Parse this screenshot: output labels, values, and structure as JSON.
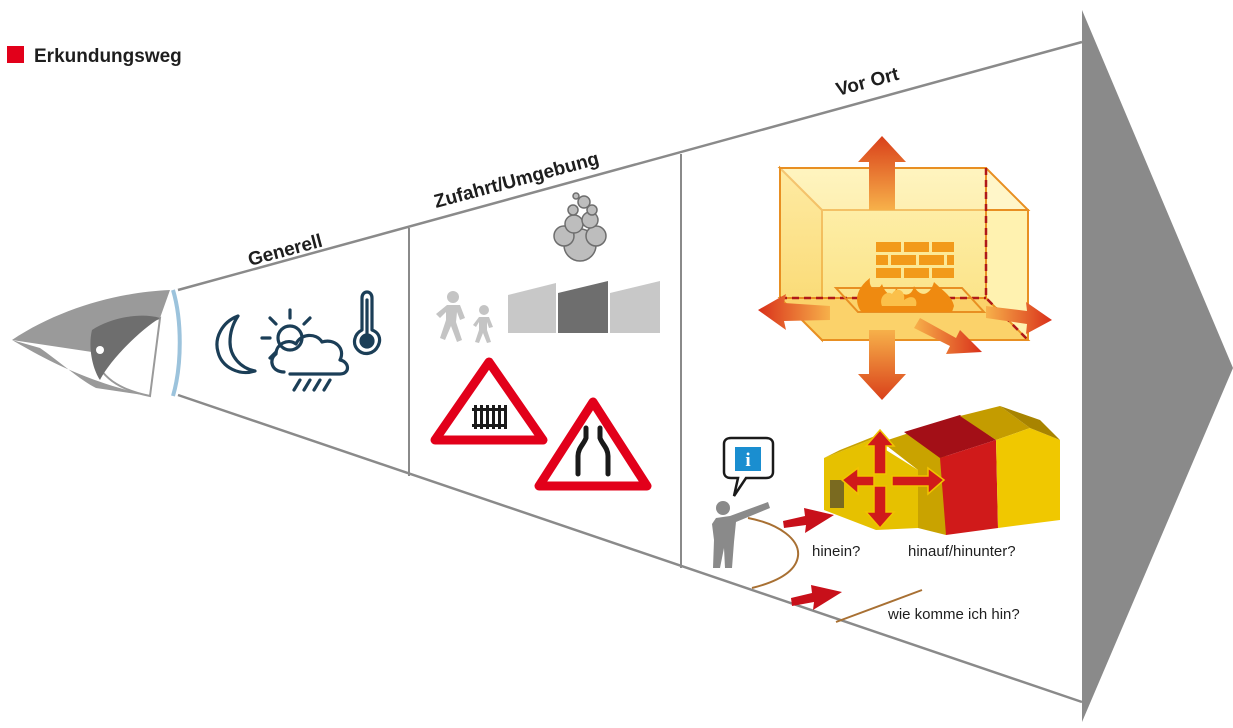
{
  "legend": {
    "label": "Erkundungsweg",
    "marker_color": "#e2001a"
  },
  "sections": {
    "generell": "Generell",
    "zufahrt": "Zufahrt/Umgebung",
    "vor_ort": "Vor Ort"
  },
  "captions": {
    "hinein": "hinein?",
    "hinauf": "hinauf/hinunter?",
    "weg": "wie komme ich hin?"
  },
  "info_badge": "i",
  "colors": {
    "arrow_gray": "#8a8a8a",
    "eye_gray": "#9a9a9a",
    "lens_blue": "#9cc3dc",
    "weather_navy": "#1b3e57",
    "sign_red": "#e2001a",
    "flame_orange": "#ef8a10",
    "building_yellow": "#f2c200",
    "building_red": "#c8101a",
    "info_blue": "#1a8ed0"
  }
}
